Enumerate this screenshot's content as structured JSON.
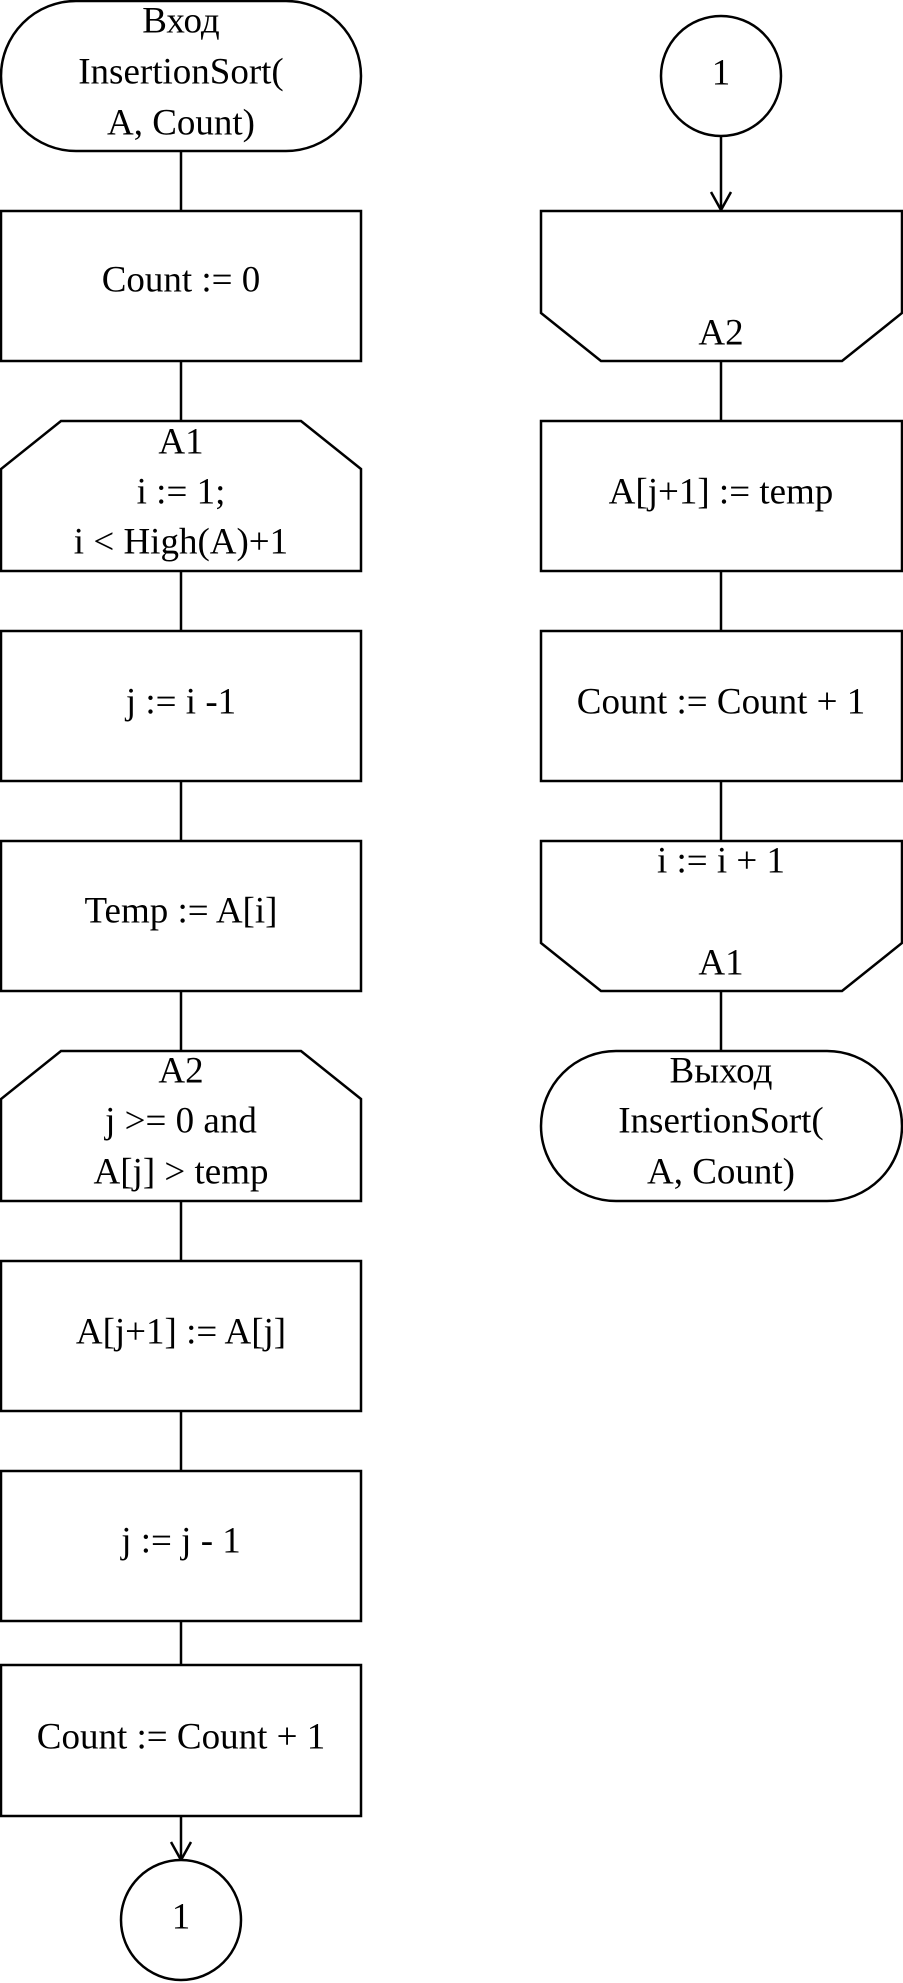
{
  "flowchart": {
    "left": {
      "start": [
        "Вход",
        "InsertionSort(",
        "A, Count)"
      ],
      "init_count": "Count := 0",
      "loop_a1_open": [
        "A1",
        "i := 1;",
        "i < High(A)+1"
      ],
      "assign_j": "j := i -1",
      "assign_temp": "Temp := A[i]",
      "loop_a2_open": [
        "A2",
        "j >= 0 and",
        "A[j] > temp"
      ],
      "shift": "A[j+1] := A[j]",
      "dec_j": "j := j - 1",
      "inc_count_inner": "Count := Count + 1",
      "connector_out": "1"
    },
    "right": {
      "connector_in": "1",
      "loop_a2_close": "A2",
      "insert": "A[j+1] := temp",
      "inc_count_outer": "Count := Count + 1",
      "loop_a1_close": [
        "i := i + 1",
        "A1"
      ],
      "end": [
        "Выход",
        "InsertionSort(",
        "A, Count)"
      ]
    }
  }
}
